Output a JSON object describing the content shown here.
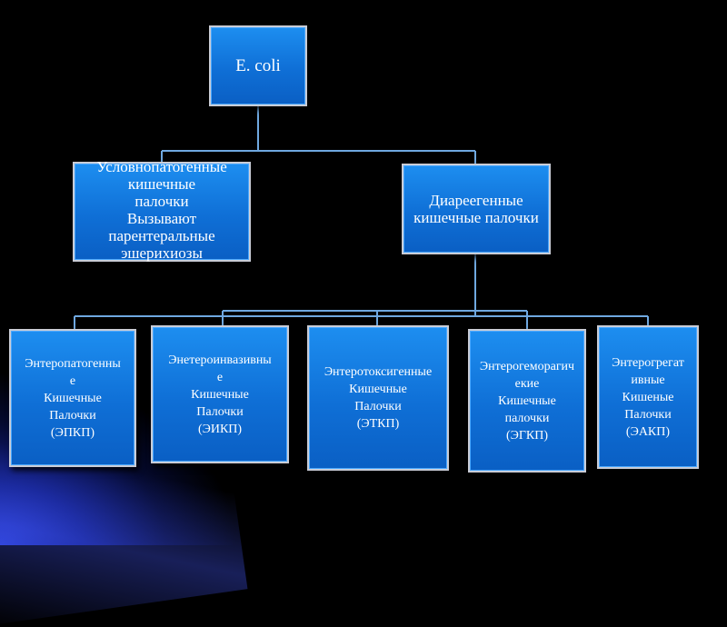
{
  "diagram": {
    "root": {
      "label": "E. coli"
    },
    "level2": [
      {
        "label": "Условнопатогенные\nкишечные\nпалочки\nВызывают\nпарентеральные\nэшерихиозы"
      },
      {
        "label": "Диареегенные\nкишечные палочки"
      }
    ],
    "level3": [
      {
        "label": "Энтеропатогенны\nе\nКишечные\nПалочки\n(ЭПКП)"
      },
      {
        "label": "Энетероинвазивны\nе\nКишечные\nПалочки\n(ЭИКП)"
      },
      {
        "label": "Энтеротоксигенные\nКишечные\nПалочки\n(ЭТКП)"
      },
      {
        "label": "Энтерогеморагич\nекие\nКишечные\nпалочки\n(ЭГКП)"
      },
      {
        "label": "Энтерогрегат\nивные\nКишеные\nПалочки\n(ЭАКП)"
      }
    ],
    "colors": {
      "box_fill": "#1479e0",
      "box_border": "#c9ccd6",
      "connector": "#6fa8e0",
      "background": "#000000"
    }
  }
}
